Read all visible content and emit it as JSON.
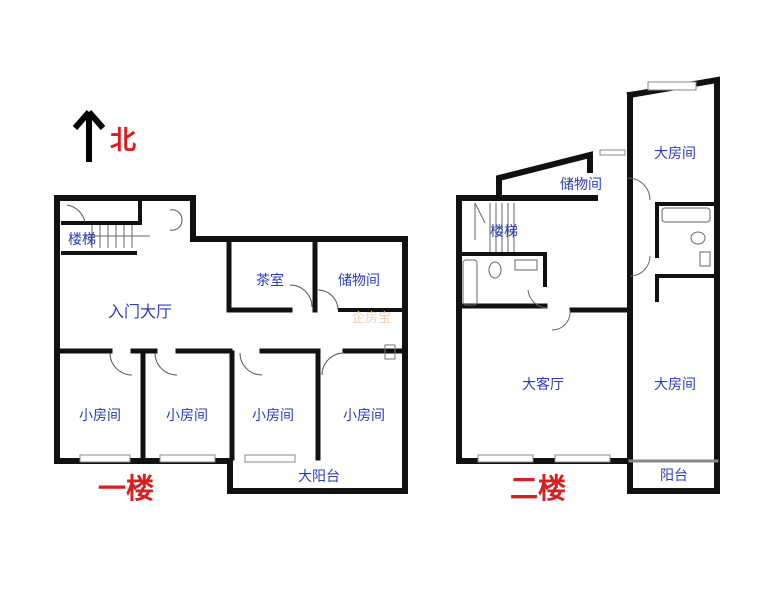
{
  "compass": {
    "label": "北",
    "direction": "north"
  },
  "floor1": {
    "title": "一楼",
    "rooms": [
      {
        "id": "stairs",
        "label": "楼梯"
      },
      {
        "id": "lobby",
        "label": "入门大厅"
      },
      {
        "id": "tea-room",
        "label": "茶室"
      },
      {
        "id": "storage",
        "label": "储物间"
      },
      {
        "id": "small-room-1",
        "label": "小房间"
      },
      {
        "id": "small-room-2",
        "label": "小房间"
      },
      {
        "id": "small-room-3",
        "label": "小房间"
      },
      {
        "id": "small-room-4",
        "label": "小房间"
      },
      {
        "id": "big-balcony",
        "label": "大阳台"
      }
    ]
  },
  "floor2": {
    "title": "二楼",
    "rooms": [
      {
        "id": "storage",
        "label": "储物间"
      },
      {
        "id": "stairs",
        "label": "楼梯"
      },
      {
        "id": "big-room-north",
        "label": "大房间"
      },
      {
        "id": "living-room",
        "label": "大客厅"
      },
      {
        "id": "big-room-south",
        "label": "大房间"
      },
      {
        "id": "balcony",
        "label": "阳台"
      }
    ]
  },
  "watermark": "企房宝",
  "colors": {
    "label": "#2b3bb8",
    "title": "#d81e1e",
    "wall": "#111111"
  }
}
